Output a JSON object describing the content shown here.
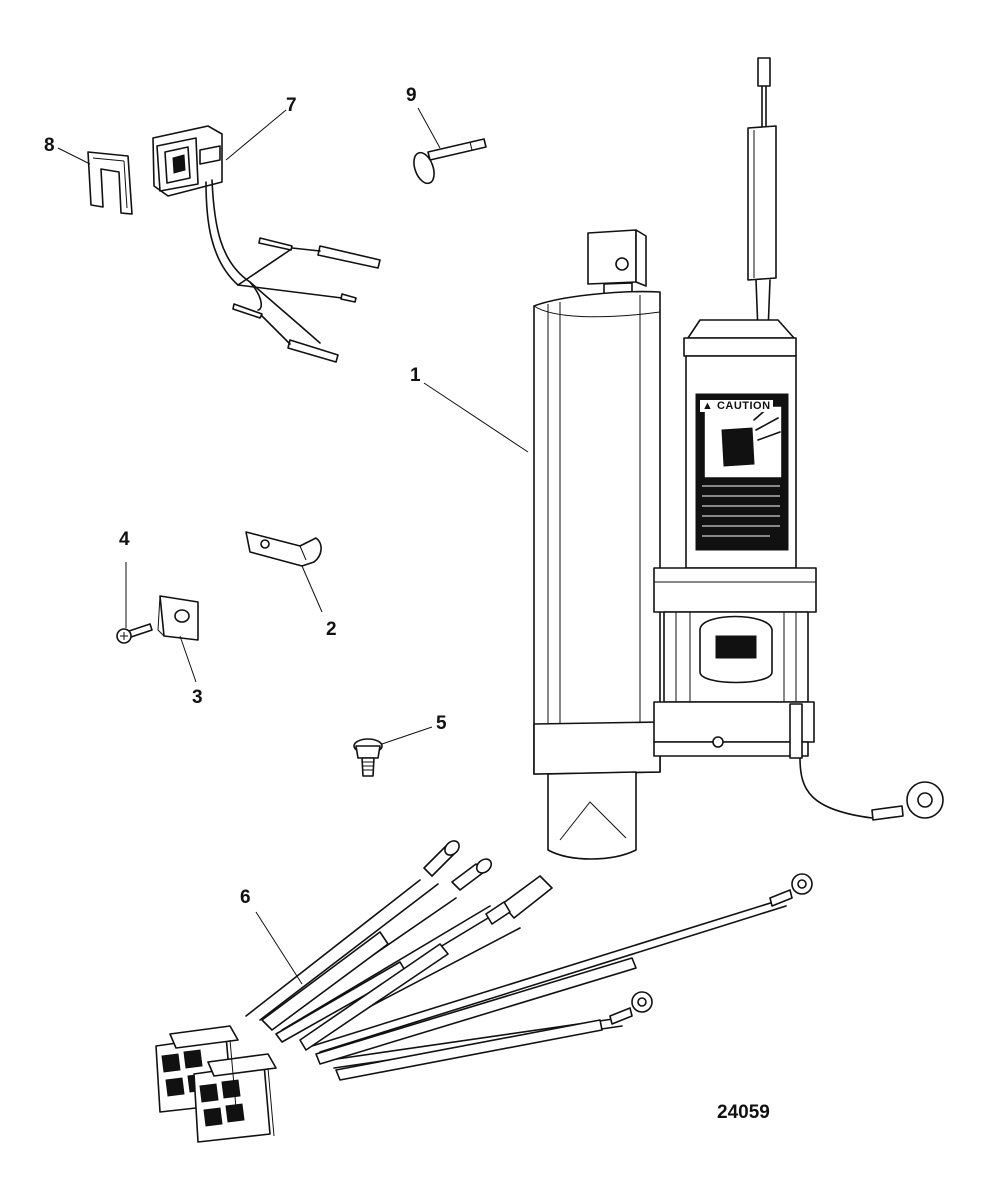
{
  "figure_number": "24059",
  "callouts": [
    {
      "id": "1",
      "label": "1"
    },
    {
      "id": "2",
      "label": "2"
    },
    {
      "id": "3",
      "label": "3"
    },
    {
      "id": "4",
      "label": "4"
    },
    {
      "id": "5",
      "label": "5"
    },
    {
      "id": "6",
      "label": "6"
    },
    {
      "id": "7",
      "label": "7"
    },
    {
      "id": "8",
      "label": "8"
    },
    {
      "id": "9",
      "label": "9"
    }
  ],
  "caution_label": {
    "heading": "CAUTION"
  }
}
